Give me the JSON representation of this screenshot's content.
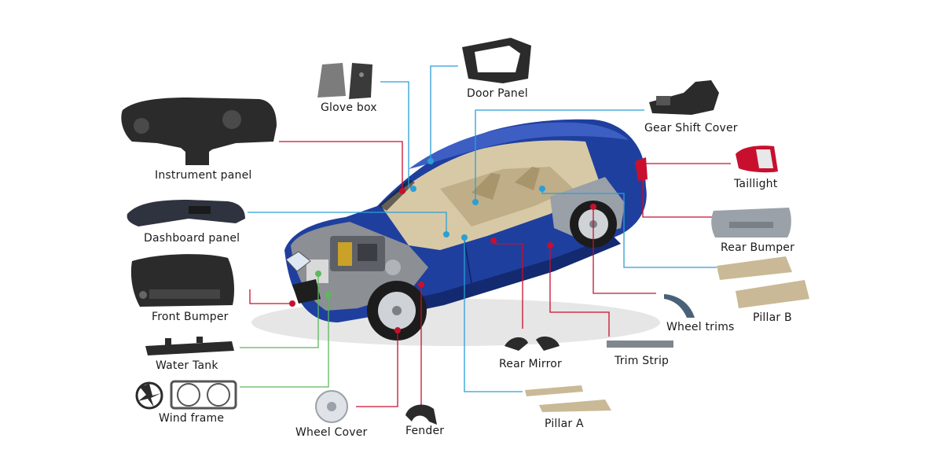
{
  "labels": {
    "glove_box": "Glove box",
    "door_panel": "Door Panel",
    "gear_shift_cover": "Gear Shift Cover",
    "instrument_panel": "Instrument panel",
    "taillight": "Taillight",
    "dashboard_panel": "Dashboard panel",
    "rear_bumper": "Rear Bumper",
    "front_bumper": "Front Bumper",
    "pillar_b": "Pillar B",
    "wheel_trims": "Wheel trims",
    "rear_mirror": "Rear Mirror",
    "trim_strip": "Trim Strip",
    "water_tank": "Water Tank",
    "wind_frame": "Wind frame",
    "wheel_cover": "Wheel Cover",
    "fender": "Fender",
    "pillar_a": "Pillar A"
  },
  "colors": {
    "red_leader": "#c8102e",
    "blue_leader": "#2a9fd6",
    "green_leader": "#5cb85c",
    "car_body": "#1f3f9e",
    "car_body_dark": "#132a70",
    "part_dark": "#2b2b2b",
    "part_beige": "#c9b996",
    "part_gray": "#9aa1a8"
  },
  "icons": {
    "car": "car-cutaway-illustration"
  }
}
